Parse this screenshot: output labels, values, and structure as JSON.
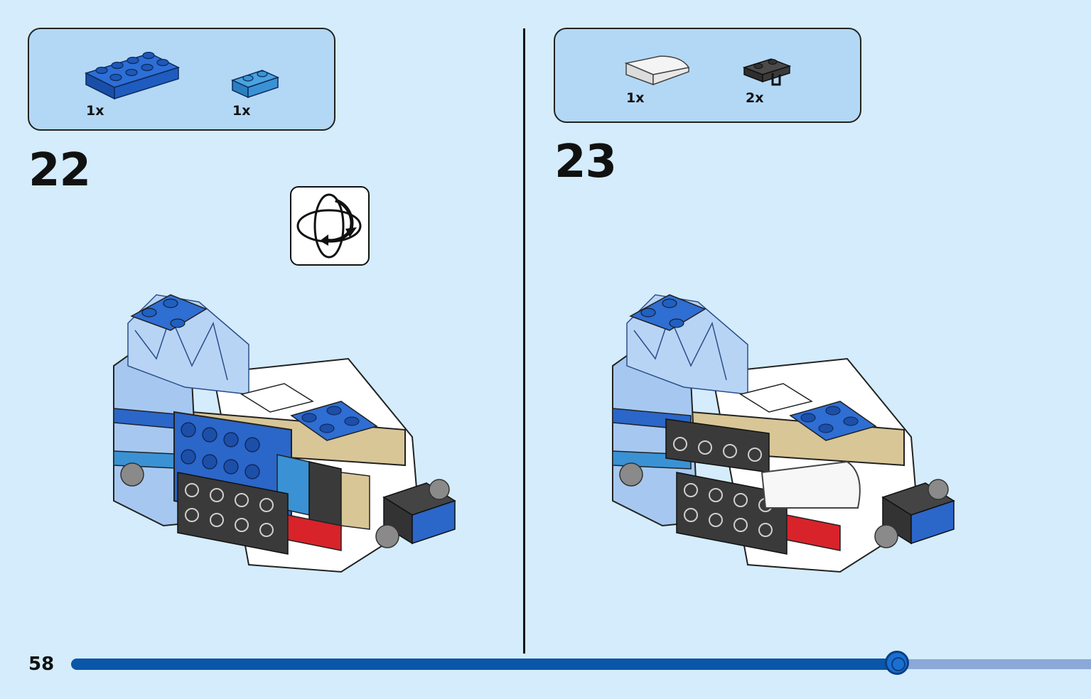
{
  "steps": [
    {
      "number": "22",
      "parts": [
        {
          "qty": "1x",
          "icon": "blue-plate-2x4-icon"
        },
        {
          "qty": "1x",
          "icon": "light-blue-plate-1x2-icon"
        }
      ]
    },
    {
      "number": "23",
      "parts": [
        {
          "qty": "1x",
          "icon": "white-curved-slope-icon"
        },
        {
          "qty": "2x",
          "icon": "black-clip-plate-icon"
        }
      ]
    }
  ],
  "rotate_icon": "rotate-model-icon",
  "footer": {
    "page_number": "58",
    "progress": 0.81
  },
  "colors": {
    "background": "#d4ecfb",
    "parts_box": "#b3d8f5",
    "progress_fill": "#0a56a8",
    "progress_track": "#8ba9d8"
  }
}
